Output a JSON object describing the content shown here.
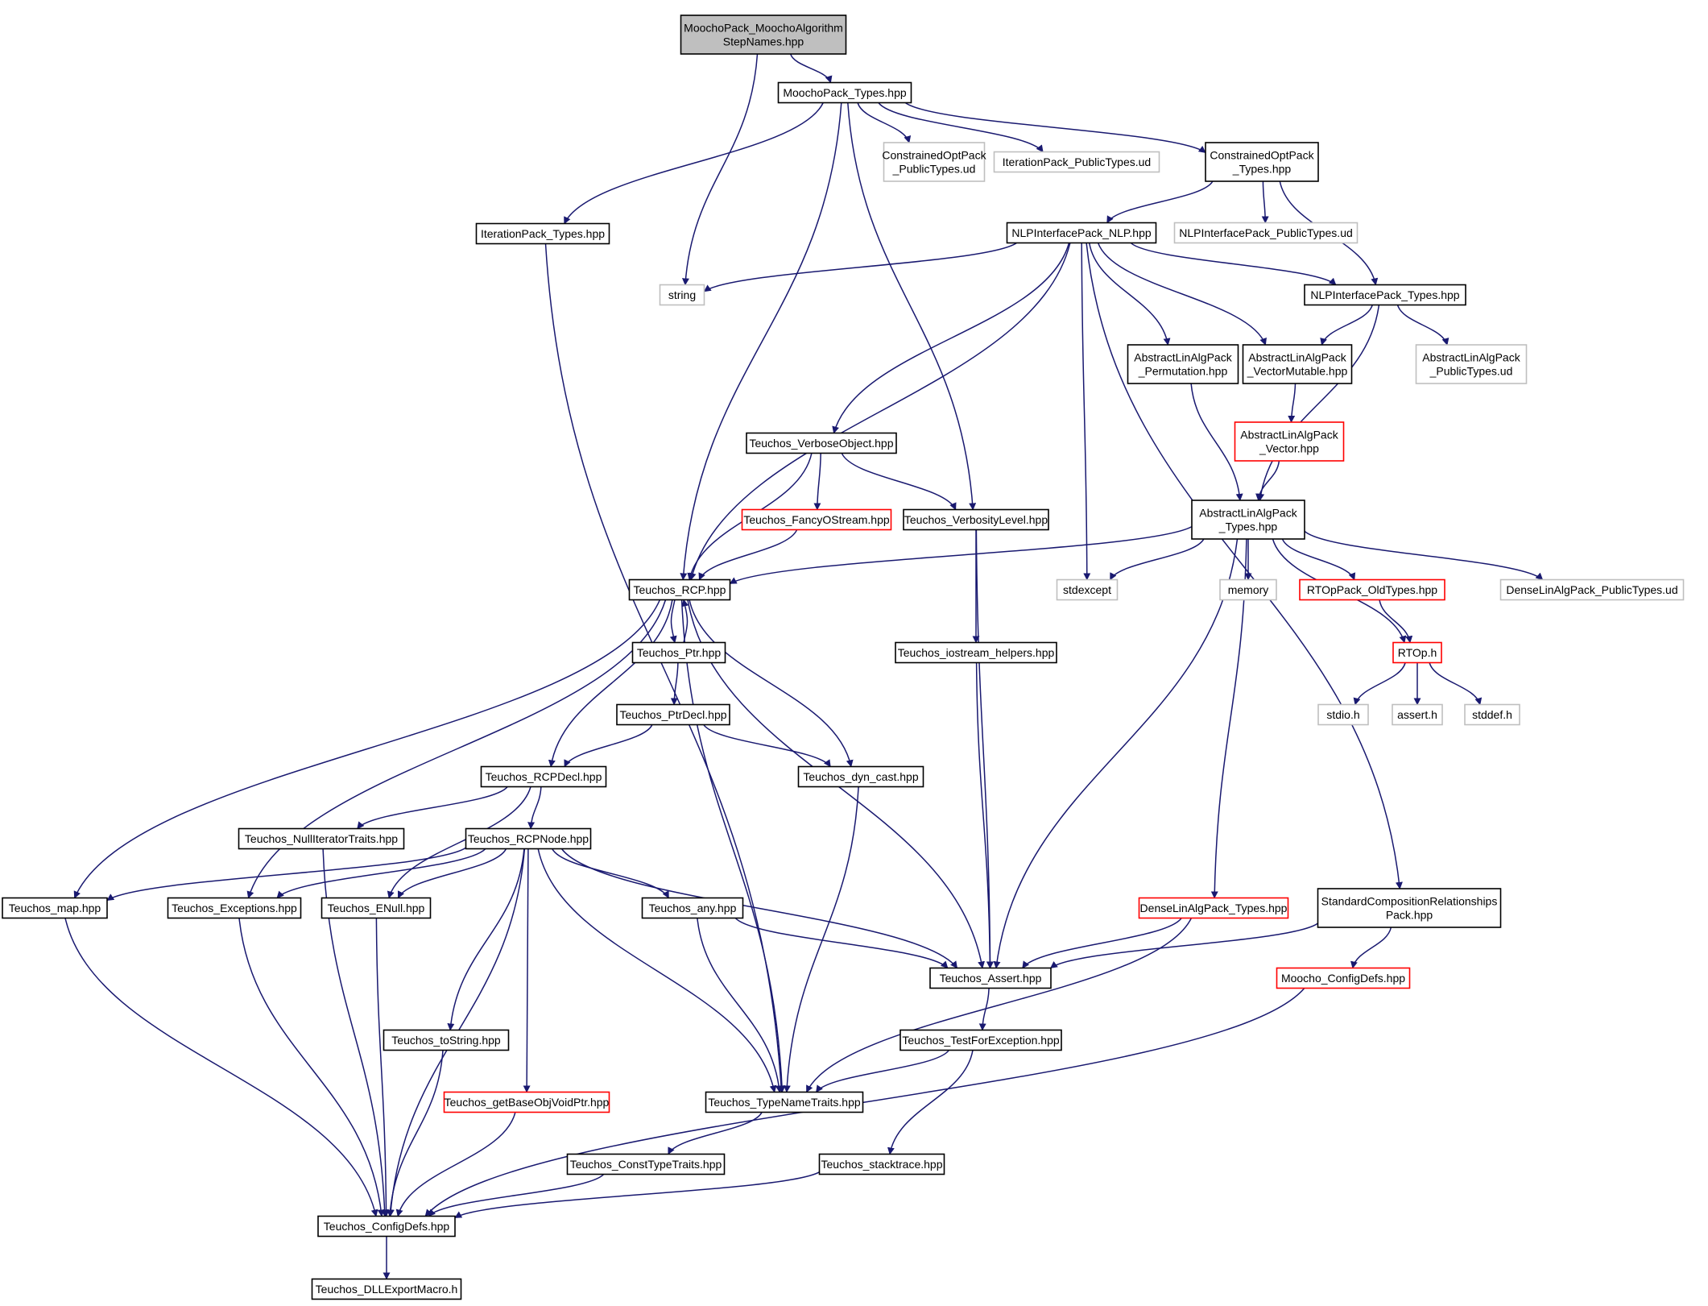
{
  "colors": {
    "edge": "#191970",
    "node_border": "#000000",
    "external_border": "#bfbfbf",
    "incomplete_border": "#ff0000",
    "root_fill": "#bfbfbf",
    "text": "#000000",
    "background": "#ffffff"
  },
  "nodes": {
    "root": {
      "lines": [
        "MoochoPack_MoochoAlgorithm",
        "StepNames.hpp"
      ],
      "kind": "root"
    },
    "moocho_types": {
      "lines": [
        "MoochoPack_Types.hpp"
      ],
      "kind": "normal"
    },
    "iter_types": {
      "lines": [
        "IterationPack_Types.hpp"
      ],
      "kind": "normal"
    },
    "copt_public": {
      "lines": [
        "ConstrainedOptPack",
        "_PublicTypes.ud"
      ],
      "kind": "external"
    },
    "iter_public": {
      "lines": [
        "IterationPack_PublicTypes.ud"
      ],
      "kind": "external"
    },
    "copt_types": {
      "lines": [
        "ConstrainedOptPack",
        "_Types.hpp"
      ],
      "kind": "normal"
    },
    "nlp": {
      "lines": [
        "NLPInterfacePack_NLP.hpp"
      ],
      "kind": "normal"
    },
    "nlp_public": {
      "lines": [
        "NLPInterfacePack_PublicTypes.ud"
      ],
      "kind": "external"
    },
    "string": {
      "lines": [
        "string"
      ],
      "kind": "external"
    },
    "nlp_types": {
      "lines": [
        "NLPInterfacePack_Types.hpp"
      ],
      "kind": "normal"
    },
    "ala_perm": {
      "lines": [
        "AbstractLinAlgPack",
        "_Permutation.hpp"
      ],
      "kind": "normal"
    },
    "ala_vecmut": {
      "lines": [
        "AbstractLinAlgPack",
        "_VectorMutable.hpp"
      ],
      "kind": "normal"
    },
    "ala_public": {
      "lines": [
        "AbstractLinAlgPack",
        "_PublicTypes.ud"
      ],
      "kind": "external"
    },
    "ala_vector": {
      "lines": [
        "AbstractLinAlgPack",
        "_Vector.hpp"
      ],
      "kind": "incomplete"
    },
    "verbose_obj": {
      "lines": [
        "Teuchos_VerboseObject.hpp"
      ],
      "kind": "normal"
    },
    "fancy": {
      "lines": [
        "Teuchos_FancyOStream.hpp"
      ],
      "kind": "incomplete"
    },
    "verbosity": {
      "lines": [
        "Teuchos_VerbosityLevel.hpp"
      ],
      "kind": "normal"
    },
    "ala_types": {
      "lines": [
        "AbstractLinAlgPack",
        "_Types.hpp"
      ],
      "kind": "normal"
    },
    "rcp": {
      "lines": [
        "Teuchos_RCP.hpp"
      ],
      "kind": "normal"
    },
    "stdexcept": {
      "lines": [
        "stdexcept"
      ],
      "kind": "external"
    },
    "memory": {
      "lines": [
        "memory"
      ],
      "kind": "external"
    },
    "rtop_old": {
      "lines": [
        "RTOpPack_OldTypes.hpp"
      ],
      "kind": "incomplete"
    },
    "dense_public": {
      "lines": [
        "DenseLinAlgPack_PublicTypes.ud"
      ],
      "kind": "external"
    },
    "ptr": {
      "lines": [
        "Teuchos_Ptr.hpp"
      ],
      "kind": "normal"
    },
    "iostream_helpers": {
      "lines": [
        "Teuchos_iostream_helpers.hpp"
      ],
      "kind": "normal"
    },
    "rtop": {
      "lines": [
        "RTOp.h"
      ],
      "kind": "incomplete"
    },
    "stdio": {
      "lines": [
        "stdio.h"
      ],
      "kind": "external"
    },
    "assert_h": {
      "lines": [
        "assert.h"
      ],
      "kind": "external"
    },
    "stddef": {
      "lines": [
        "stddef.h"
      ],
      "kind": "external"
    },
    "ptrdecl": {
      "lines": [
        "Teuchos_PtrDecl.hpp"
      ],
      "kind": "normal"
    },
    "rcpdecl": {
      "lines": [
        "Teuchos_RCPDecl.hpp"
      ],
      "kind": "normal"
    },
    "dyncast": {
      "lines": [
        "Teuchos_dyn_cast.hpp"
      ],
      "kind": "normal"
    },
    "nulliter": {
      "lines": [
        "Teuchos_NullIteratorTraits.hpp"
      ],
      "kind": "normal"
    },
    "rcpnode": {
      "lines": [
        "Teuchos_RCPNode.hpp"
      ],
      "kind": "normal"
    },
    "map": {
      "lines": [
        "Teuchos_map.hpp"
      ],
      "kind": "normal"
    },
    "exceptions": {
      "lines": [
        "Teuchos_Exceptions.hpp"
      ],
      "kind": "normal"
    },
    "enull": {
      "lines": [
        "Teuchos_ENull.hpp"
      ],
      "kind": "normal"
    },
    "any": {
      "lines": [
        "Teuchos_any.hpp"
      ],
      "kind": "normal"
    },
    "dense_types": {
      "lines": [
        "DenseLinAlgPack_Types.hpp"
      ],
      "kind": "incomplete"
    },
    "stdcomp": {
      "lines": [
        "StandardCompositionRelationships",
        "Pack.hpp"
      ],
      "kind": "normal"
    },
    "assert": {
      "lines": [
        "Teuchos_Assert.hpp"
      ],
      "kind": "normal"
    },
    "moocho_config": {
      "lines": [
        "Moocho_ConfigDefs.hpp"
      ],
      "kind": "incomplete"
    },
    "tostring": {
      "lines": [
        "Teuchos_toString.hpp"
      ],
      "kind": "normal"
    },
    "testforexc": {
      "lines": [
        "Teuchos_TestForException.hpp"
      ],
      "kind": "normal"
    },
    "getbase": {
      "lines": [
        "Teuchos_getBaseObjVoidPtr.hpp"
      ],
      "kind": "incomplete"
    },
    "typename": {
      "lines": [
        "Teuchos_TypeNameTraits.hpp"
      ],
      "kind": "normal"
    },
    "consttype": {
      "lines": [
        "Teuchos_ConstTypeTraits.hpp"
      ],
      "kind": "normal"
    },
    "stacktrace": {
      "lines": [
        "Teuchos_stacktrace.hpp"
      ],
      "kind": "normal"
    },
    "configdefs": {
      "lines": [
        "Teuchos_ConfigDefs.hpp"
      ],
      "kind": "normal"
    },
    "dllexport": {
      "lines": [
        "Teuchos_DLLExportMacro.h"
      ],
      "kind": "normal"
    }
  },
  "edges": [
    [
      "root",
      "moocho_types"
    ],
    [
      "root",
      "string"
    ],
    [
      "moocho_types",
      "iter_types"
    ],
    [
      "moocho_types",
      "copt_public"
    ],
    [
      "moocho_types",
      "iter_public"
    ],
    [
      "moocho_types",
      "copt_types"
    ],
    [
      "moocho_types",
      "rcp"
    ],
    [
      "moocho_types",
      "verbosity"
    ],
    [
      "iter_types",
      "typename"
    ],
    [
      "copt_types",
      "nlp"
    ],
    [
      "copt_types",
      "nlp_public"
    ],
    [
      "copt_types",
      "nlp_types"
    ],
    [
      "nlp",
      "string"
    ],
    [
      "nlp",
      "nlp_types"
    ],
    [
      "nlp",
      "ala_perm"
    ],
    [
      "nlp",
      "ala_vecmut"
    ],
    [
      "nlp",
      "verbose_obj"
    ],
    [
      "nlp",
      "rcp"
    ],
    [
      "nlp",
      "stdexcept"
    ],
    [
      "nlp",
      "stdcomp"
    ],
    [
      "nlp_types",
      "ala_vecmut"
    ],
    [
      "nlp_types",
      "ala_public"
    ],
    [
      "nlp_types",
      "ala_types"
    ],
    [
      "ala_perm",
      "ala_types"
    ],
    [
      "ala_vecmut",
      "ala_vector"
    ],
    [
      "ala_vector",
      "ala_types"
    ],
    [
      "verbose_obj",
      "fancy"
    ],
    [
      "verbose_obj",
      "verbosity"
    ],
    [
      "verbose_obj",
      "rcp"
    ],
    [
      "fancy",
      "rcp"
    ],
    [
      "verbosity",
      "iostream_helpers"
    ],
    [
      "verbosity",
      "assert"
    ],
    [
      "ala_types",
      "rcp"
    ],
    [
      "ala_types",
      "stdexcept"
    ],
    [
      "ala_types",
      "memory"
    ],
    [
      "ala_types",
      "rtop_old"
    ],
    [
      "ala_types",
      "rtop"
    ],
    [
      "ala_types",
      "dense_public"
    ],
    [
      "ala_types",
      "assert"
    ],
    [
      "ala_types",
      "dense_types"
    ],
    [
      "rtop_old",
      "rtop"
    ],
    [
      "rtop",
      "stdio"
    ],
    [
      "rtop",
      "assert_h"
    ],
    [
      "rtop",
      "stddef"
    ],
    [
      "rcp",
      "ptr"
    ],
    [
      "ptr",
      "rcp"
    ],
    [
      "rcp",
      "rcpdecl"
    ],
    [
      "rcp",
      "dyncast"
    ],
    [
      "rcp",
      "map"
    ],
    [
      "rcp",
      "exceptions"
    ],
    [
      "rcp",
      "typename"
    ],
    [
      "rcp",
      "assert"
    ],
    [
      "ptr",
      "ptrdecl"
    ],
    [
      "ptrdecl",
      "rcpdecl"
    ],
    [
      "ptrdecl",
      "dyncast"
    ],
    [
      "rcpdecl",
      "nulliter"
    ],
    [
      "rcpdecl",
      "rcpnode"
    ],
    [
      "rcpdecl",
      "enull"
    ],
    [
      "nulliter",
      "configdefs"
    ],
    [
      "rcpnode",
      "map"
    ],
    [
      "rcpnode",
      "exceptions"
    ],
    [
      "rcpnode",
      "enull"
    ],
    [
      "rcpnode",
      "any"
    ],
    [
      "rcpnode",
      "assert"
    ],
    [
      "rcpnode",
      "tostring"
    ],
    [
      "rcpnode",
      "getbase"
    ],
    [
      "rcpnode",
      "typename"
    ],
    [
      "rcpnode",
      "configdefs"
    ],
    [
      "iostream_helpers",
      "assert"
    ],
    [
      "dyncast",
      "typename"
    ],
    [
      "map",
      "configdefs"
    ],
    [
      "exceptions",
      "configdefs"
    ],
    [
      "enull",
      "configdefs"
    ],
    [
      "any",
      "assert"
    ],
    [
      "any",
      "typename"
    ],
    [
      "dense_types",
      "assert"
    ],
    [
      "dense_types",
      "typename"
    ],
    [
      "stdcomp",
      "assert"
    ],
    [
      "stdcomp",
      "moocho_config"
    ],
    [
      "assert",
      "testforexc"
    ],
    [
      "moocho_config",
      "configdefs"
    ],
    [
      "tostring",
      "configdefs"
    ],
    [
      "testforexc",
      "typename"
    ],
    [
      "testforexc",
      "stacktrace"
    ],
    [
      "getbase",
      "configdefs"
    ],
    [
      "typename",
      "consttype"
    ],
    [
      "consttype",
      "configdefs"
    ],
    [
      "stacktrace",
      "configdefs"
    ],
    [
      "configdefs",
      "dllexport"
    ]
  ]
}
